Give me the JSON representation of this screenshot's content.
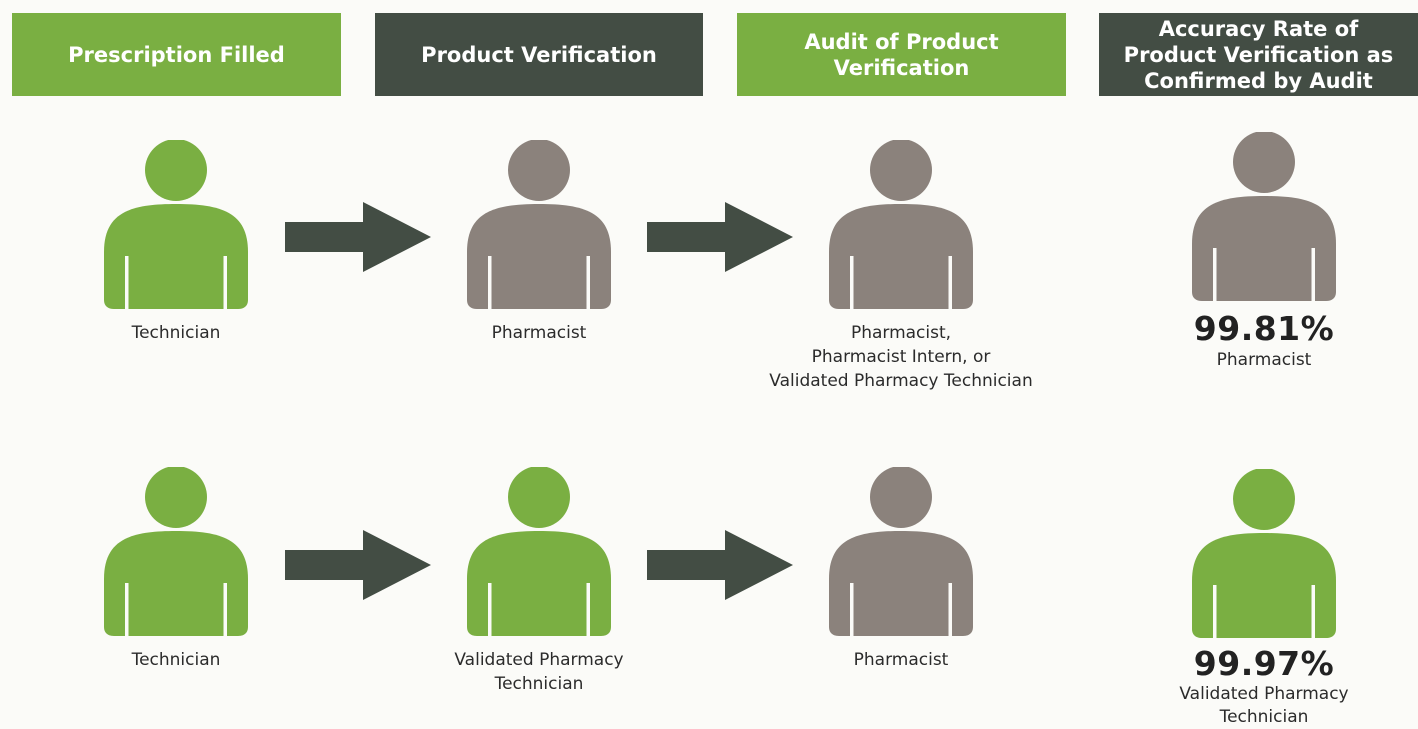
{
  "colors": {
    "green": "#7aaf42",
    "dark": "#434d44",
    "gray_person": "#8b827c",
    "green_person": "#7aaf42",
    "arrow": "#434d44"
  },
  "headers": [
    "Prescription Filled",
    "Product Verification",
    "Audit of Product Verification",
    "Accuracy Rate of\nProduct Verification as\nConfirmed by Audit"
  ],
  "rows": [
    {
      "filled_by": "Technician",
      "verified_by": "Pharmacist",
      "audited_by": "Pharmacist,\nPharmacist Intern, or\nValidated Pharmacy Technician",
      "accuracy_rate": "99.81%",
      "rate_label": "Pharmacist"
    },
    {
      "filled_by": "Technician",
      "verified_by": "Validated Pharmacy\nTechnician",
      "audited_by": "Pharmacist",
      "accuracy_rate": "99.97%",
      "rate_label": "Validated Pharmacy\nTechnician"
    }
  ]
}
